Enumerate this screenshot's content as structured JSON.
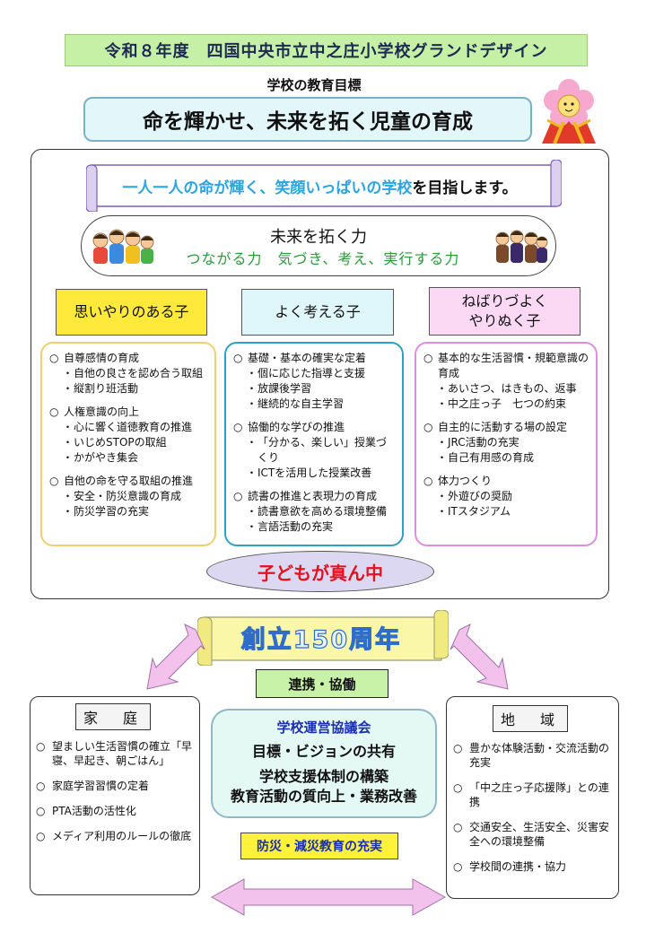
{
  "title": "令和８年度　四国中央市立中之庄小学校グランドデザイン",
  "goal_label": "学校の教育目標",
  "goal": "命を輝かせ、未来を拓く児童の育成",
  "vision": {
    "highlight": "一人一人の命が輝く、笑顔いっぱいの学校",
    "suffix": "を目指します。"
  },
  "power": {
    "title": "未来を拓く力",
    "subtitle": "つながる力　気づき、考え、実行する力"
  },
  "columns": [
    {
      "header": [
        "思いやりのある子"
      ],
      "groups": [
        {
          "head": "自尊感情の育成",
          "items": [
            "自他の良さを認め合う取組",
            "縦割り班活動"
          ]
        },
        {
          "head": "人権意識の向上",
          "items": [
            "心に響く道徳教育の推進",
            "いじめSTOPの取組",
            "かがやき集会"
          ]
        },
        {
          "head": "自他の命を守る取組の推進",
          "items": [
            "安全・防災意識の育成",
            "防災学習の充実"
          ]
        }
      ]
    },
    {
      "header": [
        "よく考える子"
      ],
      "groups": [
        {
          "head": "基礎・基本の確実な定着",
          "items": [
            "個に応じた指導と支援",
            "放課後学習",
            "継続的な自主学習"
          ]
        },
        {
          "head": "協働的な学びの推進",
          "items": [
            "「分かる、楽しい」授業づくり",
            "ICTを活用した授業改善"
          ]
        },
        {
          "head": "読書の推進と表現力の育成",
          "items": [
            "読書意欲を高める環境整備",
            "言語活動の充実"
          ]
        }
      ]
    },
    {
      "header": [
        "ねばりづよく",
        "やりぬく子"
      ],
      "groups": [
        {
          "head": "基本的な生活習慣・規範意識の育成",
          "items": [
            "あいさつ、はきもの、返事",
            "中之庄っ子　七つの約束"
          ]
        },
        {
          "head": "自主的に活動する場の設定",
          "items": [
            "JRC活動の充実",
            "自己有用感の育成"
          ]
        },
        {
          "head": "体力つくり",
          "items": [
            "外遊びの奨励",
            "ITスタジアム"
          ]
        }
      ]
    }
  ],
  "center_label": "子どもが真ん中",
  "anniversary": "創立150周年",
  "cooperation": "連携・協働",
  "home": {
    "label": "家　庭",
    "items": [
      "望ましい生活習慣の確立「早寝、早起き、朝ごはん」",
      "家庭学習習慣の定着",
      "PTA活動の活性化",
      "メディア利用のルールの徹底"
    ]
  },
  "council": {
    "title": "学校運営協議会",
    "lines": [
      "目標・ビジョンの共有",
      "学校支援体制の構築",
      "教育活動の質向上・業務改善"
    ]
  },
  "disaster": "防災・減災教育の充実",
  "region": {
    "label": "地　域",
    "items": [
      "豊かな体験活動・交流活動の充実",
      "「中之庄っ子応援隊」との連携",
      "交通安全、生活安全、災害安全への環境整備",
      "学校間の連携・協力"
    ]
  },
  "symbols": {
    "circle": "○",
    "dot": "・"
  },
  "colors": {
    "title_bg": "#c6f0a6",
    "yellow": "#ffea3c",
    "pink_arrow": "#f2c2ec",
    "red_text": "#e6101e",
    "blue_text": "#1a2fb0"
  },
  "icons": [
    "mascot-flower-icon",
    "children-group-left-icon",
    "children-group-right-icon"
  ]
}
